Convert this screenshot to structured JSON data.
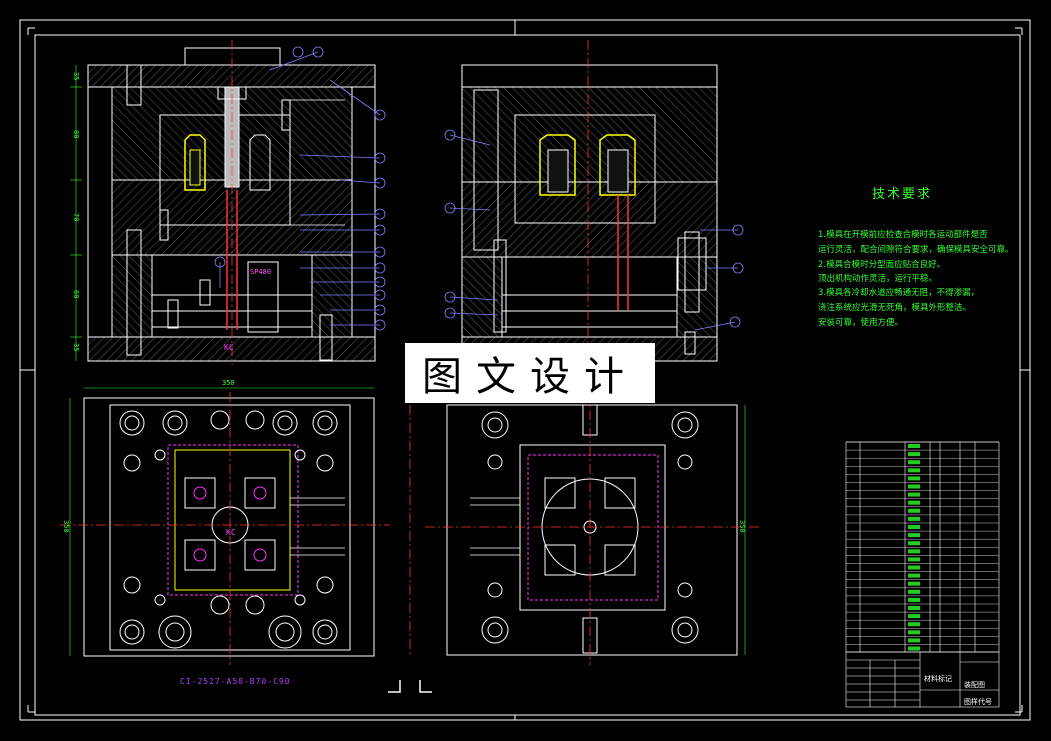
{
  "drawing": {
    "technical_requirements_title": "技术要求",
    "technical_requirements": [
      "1.模具在开模前应检查合模时各运动部件是否",
      "运行灵活，配合间隙符合要求，确保模具安全可靠。",
      "2.模具合模时分型面应贴合良好。",
      "顶出机构动作灵活，运行平稳。",
      "3.模具各冷却水道应畅通无阻，不得渗漏，",
      "浇注系统应光滑无死角，模具外形整洁。",
      "安装可靠，使用方便。"
    ],
    "watermark": "图文设计",
    "mold_base_code": "CI-2527-A50-B70-C90",
    "sprue_label": "SP480",
    "kc_label": "KC",
    "dimensions": {
      "top_width": "350",
      "left_height": "350",
      "right_height": "350"
    },
    "left_view_dims": [
      "35",
      "80",
      "70",
      "60",
      "35"
    ],
    "title_block": {
      "material_label": "材料标记",
      "drawing_name": "装配图",
      "drawing_number": "图样代号"
    }
  },
  "colors": {
    "background": "#000000",
    "outline": "#ffffff",
    "center_line": "#ff3333",
    "part_highlight": "#ffff00",
    "dimension": "#33ff33",
    "leader": "#8080ff",
    "magenta": "#ff40ff"
  }
}
